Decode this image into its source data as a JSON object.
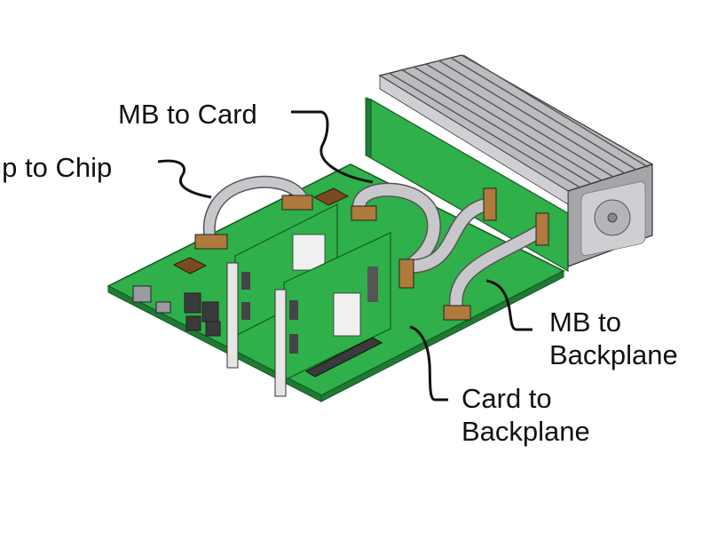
{
  "labels": {
    "chip_to_chip": "hip to Chip",
    "mb_to_card": "MB to Card",
    "mb_to_backplane": [
      "MB to",
      "Backplane"
    ],
    "card_to_backplane": [
      "Card to",
      "Backplane"
    ]
  },
  "colors": {
    "pcb_green": "#2fb04a",
    "pcb_dark": "#1f7a33",
    "cable_gray": "#c8c8cc",
    "drive_gray": "#9a9a9e",
    "bracket": "#e6e6e6",
    "connector_copper": "#b07a3c"
  }
}
